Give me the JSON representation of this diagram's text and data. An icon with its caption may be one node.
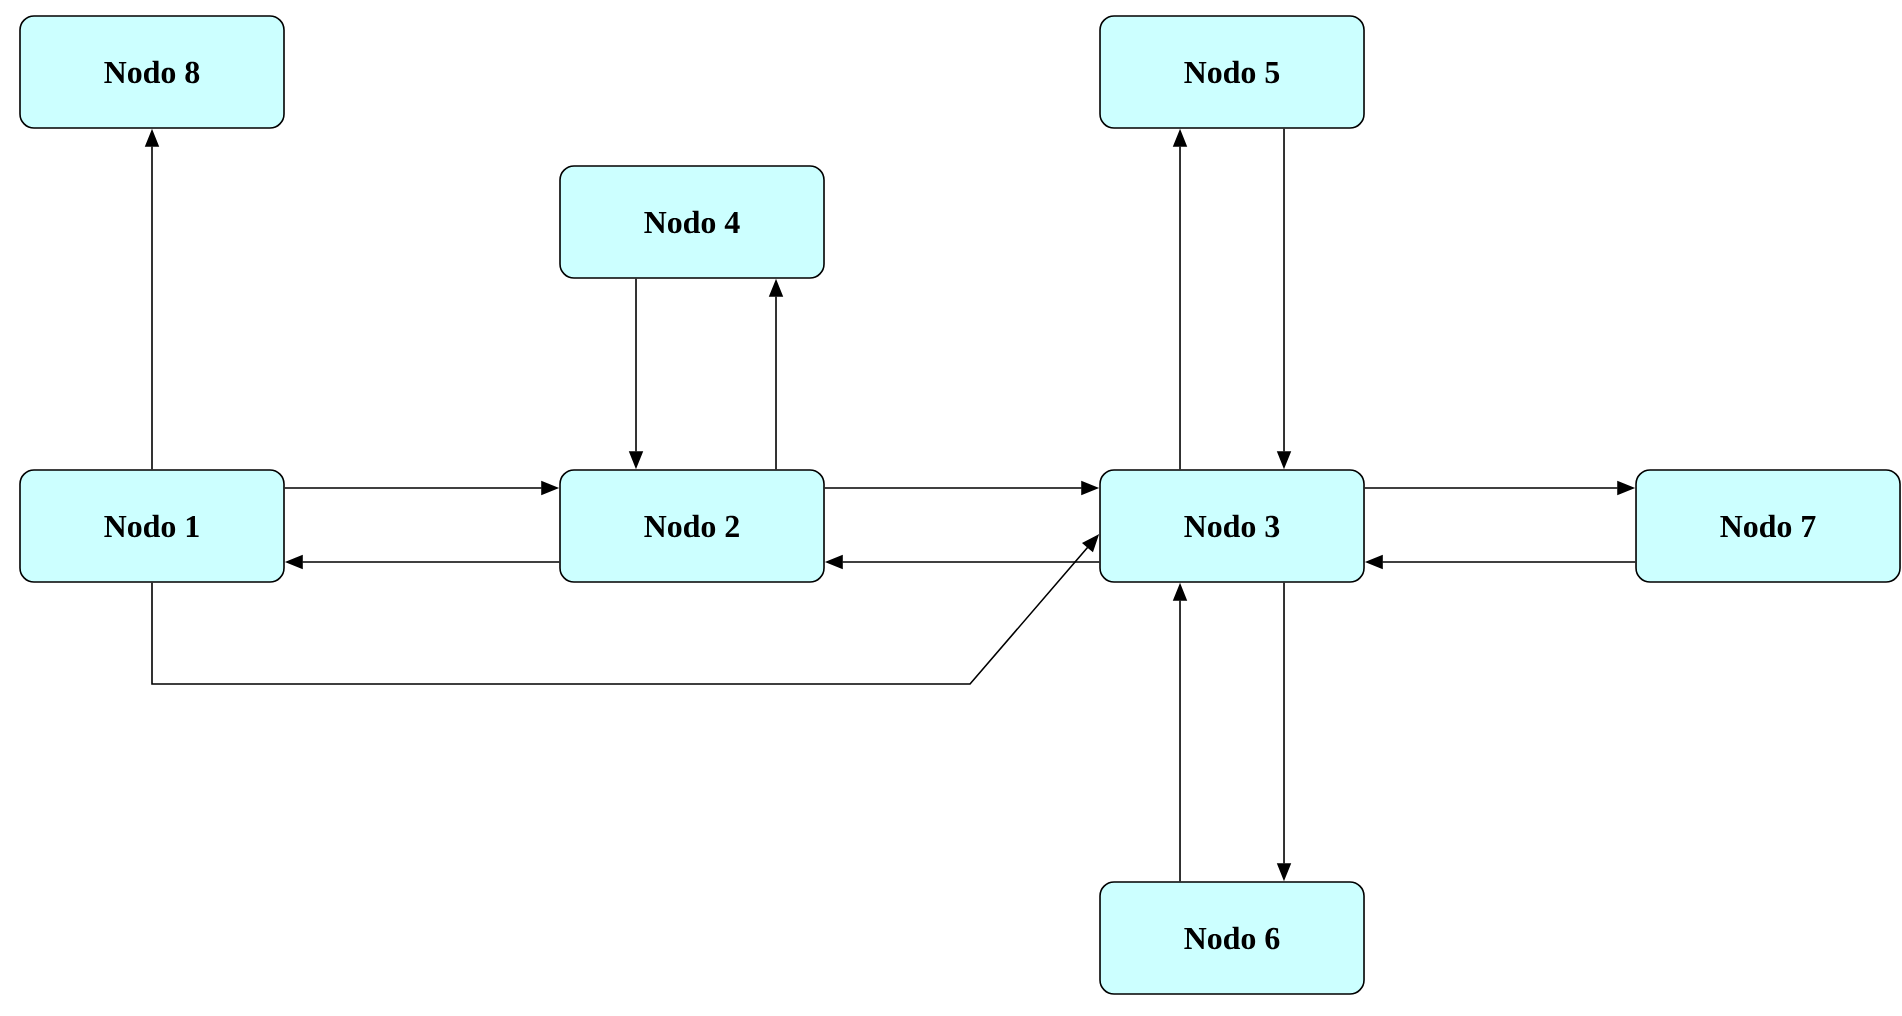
{
  "diagram": {
    "nodes": [
      {
        "text": [
          "Nodo 8"
        ]
      },
      {
        "text": [
          "Nodo 5"
        ]
      },
      {
        "text": [
          "Nodo 4"
        ]
      },
      {
        "text": [
          "Nodo 1"
        ]
      },
      {
        "text": [
          "Nodo 2"
        ]
      },
      {
        "text": [
          "Nodo 3"
        ]
      },
      {
        "text": [
          "Nodo 7"
        ]
      },
      {
        "text": [
          "Nodo 6"
        ]
      }
    ],
    "edges": [
      {
        "from": 3,
        "to": 0,
        "arrow": "to"
      },
      {
        "from": 2,
        "to": 4,
        "arrow": "to"
      },
      {
        "from": 4,
        "to": 2,
        "arrow": "to"
      },
      {
        "from": 3,
        "to": 4,
        "arrow": "to"
      },
      {
        "from": 4,
        "to": 3,
        "arrow": "to"
      },
      {
        "from": 4,
        "to": 5,
        "arrow": "to"
      },
      {
        "from": 5,
        "to": 4,
        "arrow": "to"
      },
      {
        "from": 5,
        "to": 1,
        "arrow": "to"
      },
      {
        "from": 1,
        "to": 5,
        "arrow": "to"
      },
      {
        "from": 5,
        "to": 6,
        "arrow": "to"
      },
      {
        "from": 6,
        "to": 5,
        "arrow": "to"
      },
      {
        "from": 7,
        "to": 5,
        "arrow": "to"
      },
      {
        "from": 5,
        "to": 7,
        "arrow": "to"
      },
      {
        "from": 3,
        "to": 5,
        "arrow": "to"
      }
    ]
  }
}
